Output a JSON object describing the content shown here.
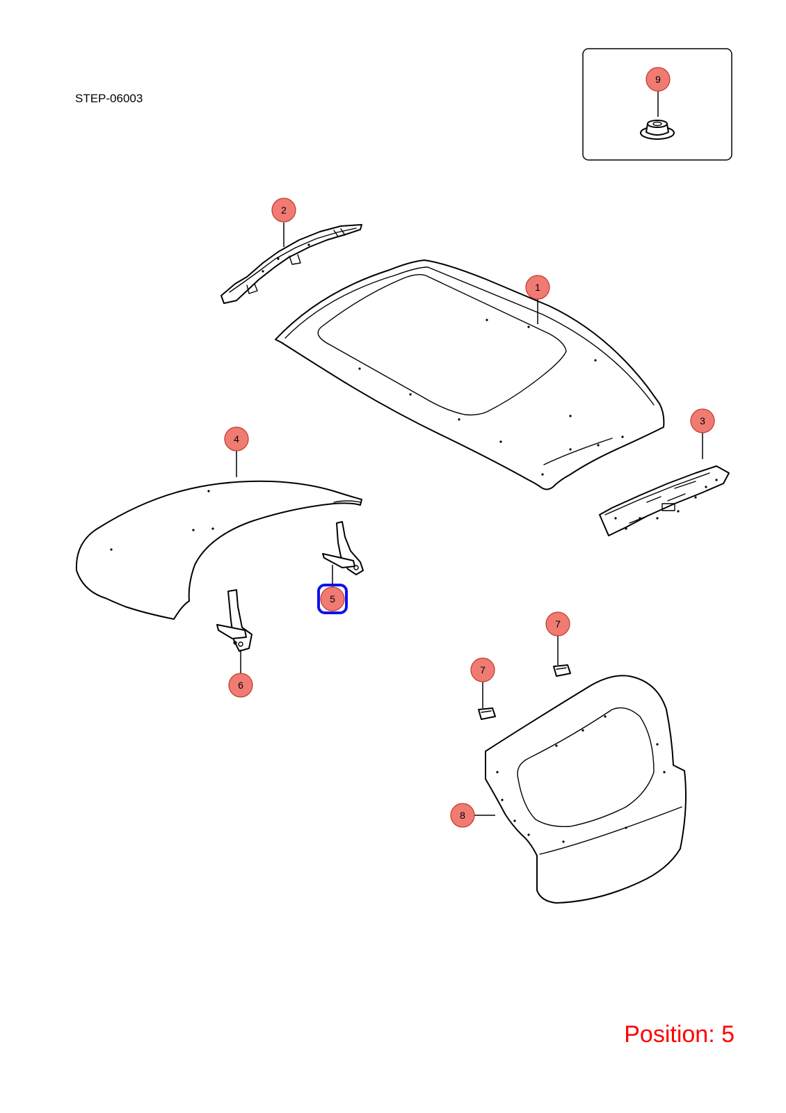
{
  "header": {
    "step_code": "STEP-06003"
  },
  "footer": {
    "position_prefix": "Position:",
    "position_value": "5",
    "text": "Position: 5"
  },
  "colors": {
    "callout_fill": "#f07b73",
    "callout_stroke": "#c0392b",
    "highlight": "#1010ee",
    "position_text": "#ff0000"
  },
  "selected_callout": "5",
  "callouts": [
    {
      "id": "9",
      "label": "9",
      "part": "nut"
    },
    {
      "id": "2",
      "label": "2",
      "part": "front-roof-rail"
    },
    {
      "id": "1",
      "label": "1",
      "part": "roof-panel"
    },
    {
      "id": "3",
      "label": "3",
      "part": "rear-roof-rail"
    },
    {
      "id": "4",
      "label": "4",
      "part": "hood"
    },
    {
      "id": "5",
      "label": "5",
      "part": "hood-hinge-right"
    },
    {
      "id": "6",
      "label": "6",
      "part": "hood-hinge-left"
    },
    {
      "id": "7a",
      "label": "7",
      "part": "tailgate-bump-stop-upper"
    },
    {
      "id": "7b",
      "label": "7",
      "part": "tailgate-bump-stop-lower"
    },
    {
      "id": "8",
      "label": "8",
      "part": "tailgate"
    }
  ]
}
